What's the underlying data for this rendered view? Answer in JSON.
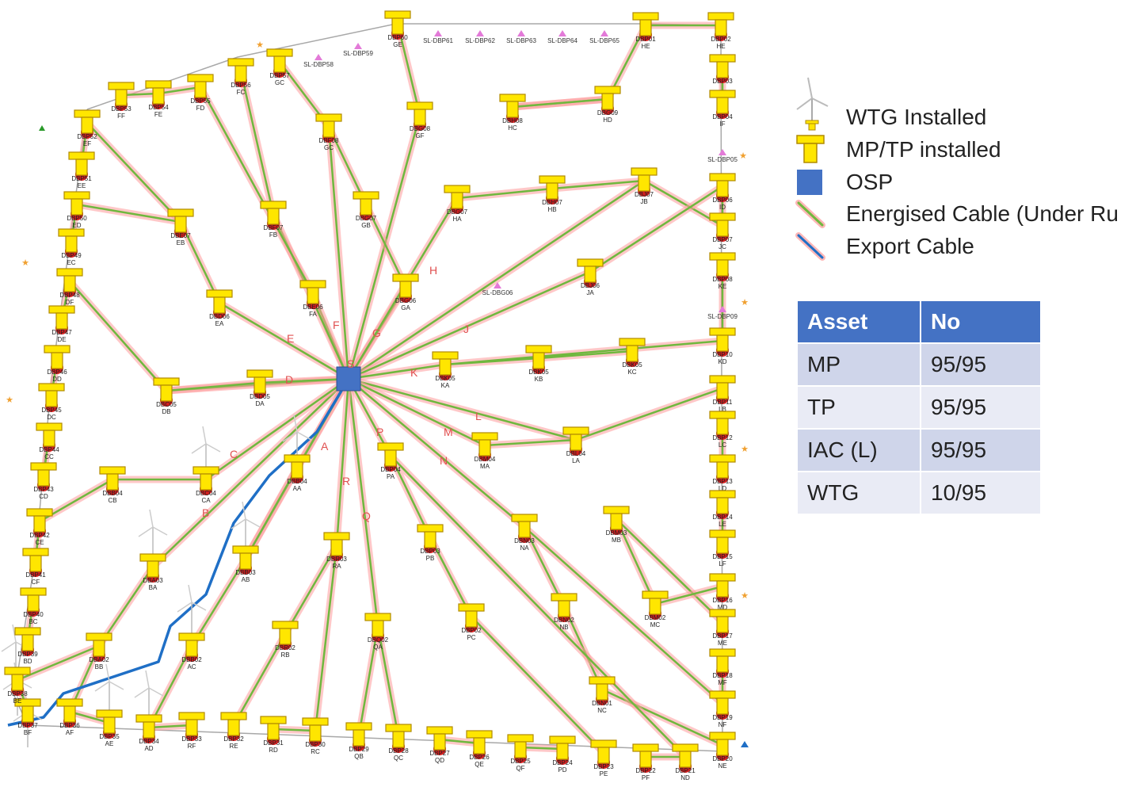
{
  "legend": {
    "items": [
      {
        "label": "WTG Installed",
        "icon": "wind-turbine-icon"
      },
      {
        "label": "MP/TP installed",
        "icon": "mp-tp-icon"
      },
      {
        "label": "OSP",
        "icon": "osp-square-icon"
      },
      {
        "label": "Energised Cable (Under Ru",
        "icon": "energised-cable-icon"
      },
      {
        "label": "Export Cable",
        "icon": "export-cable-icon"
      }
    ]
  },
  "table": {
    "headers": [
      "Asset",
      "No"
    ],
    "rows": [
      {
        "asset": "MP",
        "no": "95/95"
      },
      {
        "asset": "TP",
        "no": "95/95"
      },
      {
        "asset": "IAC (L)",
        "no": "95/95"
      },
      {
        "asset": "WTG",
        "no": "10/95"
      }
    ]
  },
  "colors": {
    "mp_tp_fill": "#ffe600",
    "mp_tp_stroke": "#b08a00",
    "foundation_red": "#d21f1f",
    "cable_green": "#6fb83e",
    "cable_glow": "#ff9a9a",
    "export_blue": "#1f6fc6",
    "osp_blue": "#4472c4",
    "boundary_gray": "#a8a8a8",
    "marker_pink": "#e37ad8",
    "marker_orange": "#f0a030"
  },
  "map": {
    "osp_label": "",
    "string_letters": [
      "A",
      "B",
      "C",
      "D",
      "E",
      "F",
      "G",
      "H",
      "J",
      "K",
      "L",
      "M",
      "N",
      "P",
      "Q",
      "R",
      "S"
    ],
    "sl_labels": [
      "SL-DBP58",
      "SL-DBP59",
      "SL-DBP61",
      "SL-DBP62",
      "SL-DBP63",
      "SL-DBP64",
      "SL-DBP65",
      "SL-DBG06",
      "SL-DBP05",
      "SL-DBP09"
    ],
    "positions": [
      {
        "code": "DBP01",
        "sub": "HE"
      },
      {
        "code": "DBP02",
        "sub": "HE"
      },
      {
        "code": "DBP03",
        "sub": ""
      },
      {
        "code": "DBP04",
        "sub": "IF"
      },
      {
        "code": "DBP06",
        "sub": "ID"
      },
      {
        "code": "DBP07",
        "sub": "JC"
      },
      {
        "code": "DBP08",
        "sub": "KE"
      },
      {
        "code": "DBP10",
        "sub": "KD"
      },
      {
        "code": "DBP11",
        "sub": "LB"
      },
      {
        "code": "DBP12",
        "sub": "LC"
      },
      {
        "code": "DBP13",
        "sub": "LD"
      },
      {
        "code": "DBP14",
        "sub": "LE"
      },
      {
        "code": "DBP15",
        "sub": "LF"
      },
      {
        "code": "DBP16",
        "sub": "MD"
      },
      {
        "code": "DBP17",
        "sub": "ME"
      },
      {
        "code": "DBP18",
        "sub": "MF"
      },
      {
        "code": "DBP19",
        "sub": "NF"
      },
      {
        "code": "DBP20",
        "sub": "NE"
      },
      {
        "code": "DBP21",
        "sub": "ND"
      },
      {
        "code": "DBP22",
        "sub": "PF"
      },
      {
        "code": "DBP23",
        "sub": "PE"
      },
      {
        "code": "DBP24",
        "sub": "PD"
      },
      {
        "code": "DBP25",
        "sub": "QF"
      },
      {
        "code": "DBP26",
        "sub": "QE"
      },
      {
        "code": "DBP27",
        "sub": "QD"
      },
      {
        "code": "DBP28",
        "sub": "QC"
      },
      {
        "code": "DBP29",
        "sub": "QB"
      },
      {
        "code": "DBP30",
        "sub": "RC"
      },
      {
        "code": "DBP31",
        "sub": "RD"
      },
      {
        "code": "DBP32",
        "sub": "RE"
      },
      {
        "code": "DBP33",
        "sub": "RF"
      },
      {
        "code": "DBP34",
        "sub": "AD"
      },
      {
        "code": "DBP35",
        "sub": "AE"
      },
      {
        "code": "DBP36",
        "sub": "AF"
      },
      {
        "code": "DBP37",
        "sub": "BF"
      },
      {
        "code": "DBP38",
        "sub": "BE"
      },
      {
        "code": "DBP39",
        "sub": "BD"
      },
      {
        "code": "DBP40",
        "sub": "BC"
      },
      {
        "code": "DBP41",
        "sub": "CF"
      },
      {
        "code": "DBP42",
        "sub": "CE"
      },
      {
        "code": "DBP43",
        "sub": "CD"
      },
      {
        "code": "DBP44",
        "sub": "CC"
      },
      {
        "code": "DBP45",
        "sub": "DC"
      },
      {
        "code": "DBP46",
        "sub": "DD"
      },
      {
        "code": "DBP47",
        "sub": "DE"
      },
      {
        "code": "DBP48",
        "sub": "DF"
      },
      {
        "code": "DBP49",
        "sub": "EC"
      },
      {
        "code": "DBP50",
        "sub": "ED"
      },
      {
        "code": "DBP51",
        "sub": "EE"
      },
      {
        "code": "DBP52",
        "sub": "EF"
      },
      {
        "code": "DBP53",
        "sub": "FF"
      },
      {
        "code": "DBP54",
        "sub": "FE"
      },
      {
        "code": "DBP55",
        "sub": "FD"
      },
      {
        "code": "DBP56",
        "sub": "FC"
      },
      {
        "code": "DBP57",
        "sub": "GC"
      },
      {
        "code": "DBP60",
        "sub": "GE"
      },
      {
        "code": "DBA02",
        "sub": "BB"
      },
      {
        "code": "DBA03",
        "sub": "BA"
      },
      {
        "code": "DBB02",
        "sub": "AC"
      },
      {
        "code": "DBB03",
        "sub": "AB"
      },
      {
        "code": "DBB04",
        "sub": "AA"
      },
      {
        "code": "DBB04",
        "sub": "CB"
      },
      {
        "code": "DBC04",
        "sub": "CA"
      },
      {
        "code": "DBC05",
        "sub": "DB"
      },
      {
        "code": "DBD05",
        "sub": "DA"
      },
      {
        "code": "DBD06",
        "sub": "EA"
      },
      {
        "code": "DBE07",
        "sub": "EB"
      },
      {
        "code": "DBE06",
        "sub": "FA"
      },
      {
        "code": "DBF07",
        "sub": "FB"
      },
      {
        "code": "DBF08",
        "sub": "GC"
      },
      {
        "code": "DBG07",
        "sub": "GB"
      },
      {
        "code": "DBG06",
        "sub": "GA"
      },
      {
        "code": "DBG08",
        "sub": "GF"
      },
      {
        "code": "DBG07",
        "sub": "HA"
      },
      {
        "code": "DBH07",
        "sub": "HB"
      },
      {
        "code": "DBH08",
        "sub": "HC"
      },
      {
        "code": "DBG09",
        "sub": "HD"
      },
      {
        "code": "DBJ07",
        "sub": "JB"
      },
      {
        "code": "DBJ06",
        "sub": "JA"
      },
      {
        "code": "DBK05",
        "sub": "KA"
      },
      {
        "code": "DBK05",
        "sub": "KB"
      },
      {
        "code": "DBK05",
        "sub": "KC"
      },
      {
        "code": "DBL04",
        "sub": "LA"
      },
      {
        "code": "DBM04",
        "sub": "MA"
      },
      {
        "code": "DBM03",
        "sub": "MB"
      },
      {
        "code": "DBM02",
        "sub": "MC"
      },
      {
        "code": "DBN03",
        "sub": "NA"
      },
      {
        "code": "DBN02",
        "sub": "NB"
      },
      {
        "code": "DBN01",
        "sub": "NC"
      },
      {
        "code": "DBP04",
        "sub": "PA"
      },
      {
        "code": "DBP03",
        "sub": "PB"
      },
      {
        "code": "DBP02",
        "sub": "PC"
      },
      {
        "code": "DBQ02",
        "sub": "QA"
      },
      {
        "code": "DBR03",
        "sub": "RA"
      },
      {
        "code": "DBR02",
        "sub": "RB"
      }
    ]
  }
}
